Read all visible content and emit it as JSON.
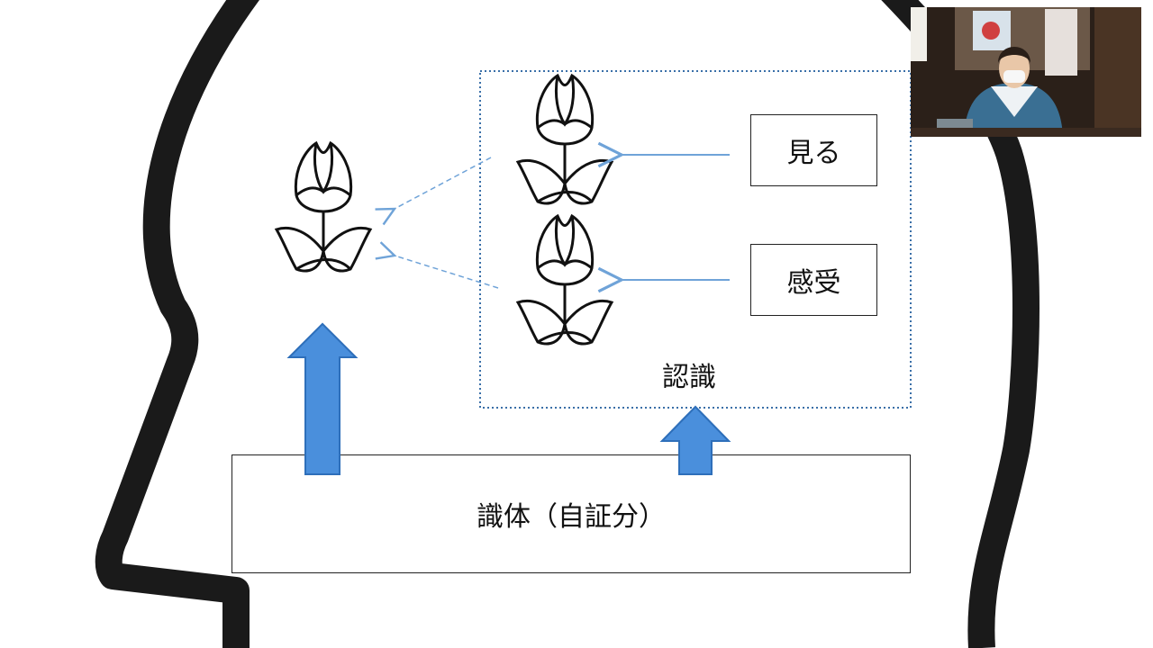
{
  "labels": {
    "miru": "見る",
    "kanju": "感受",
    "ninshiki": "認識",
    "shikitai": "識体（自証分）"
  },
  "colors": {
    "head_outline": "#1a1a1a",
    "up_arrow": "#4a8fdc",
    "up_arrow_border": "#2e6fba",
    "thin_arrow": "#6fa3d8",
    "dotted_border": "#3a6fa8"
  },
  "icons": {
    "flower": "tulip-icon",
    "presenter": "webcam-feed"
  }
}
